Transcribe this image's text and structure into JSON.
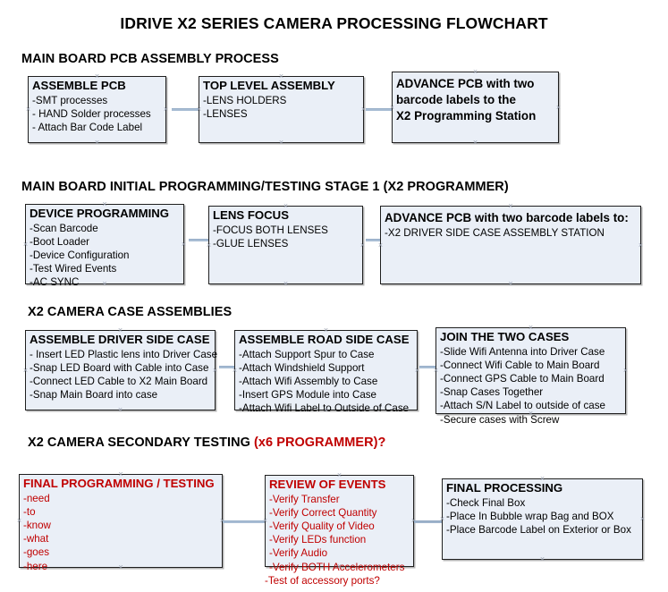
{
  "document": {
    "title": "IDRIVE X2  SERIES CAMERA PROCESSING FLOWCHART"
  },
  "sections": [
    {
      "id": "main-board-pcb-assembly",
      "title": "MAIN BOARD PCB ASSEMBLY PROCESS",
      "title_red": "",
      "nodes": [
        {
          "id": "assemble-pcb",
          "heading": "ASSEMBLE PCB",
          "lines": [
            "-SMT processes",
            "- HAND Solder processes",
            "- Attach Bar Code Label"
          ]
        },
        {
          "id": "top-level-assembly",
          "heading": "TOP LEVEL ASSEMBLY",
          "lines": [
            "-LENS HOLDERS",
            "-LENSES"
          ]
        },
        {
          "id": "advance-pcb-to-x2-programming-station",
          "heading": "ADVANCE PCB with two",
          "lines": [
            "barcode labels to the",
            " X2 Programming Station"
          ]
        }
      ]
    },
    {
      "id": "main-board-initial-programming",
      "title": "MAIN BOARD INITIAL PROGRAMMING/TESTING STAGE 1 (X2 PROGRAMMER)",
      "title_red": "",
      "nodes": [
        {
          "id": "device-programming",
          "heading": "DEVICE PROGRAMMING",
          "lines": [
            "-Scan Barcode",
            "-Boot Loader",
            "-Device Configuration",
            "-Test Wired Events",
            "-AC SYNC"
          ]
        },
        {
          "id": "lens-focus",
          "heading": "LENS FOCUS",
          "lines": [
            "-FOCUS BOTH LENSES",
            "-GLUE LENSES"
          ]
        },
        {
          "id": "advance-pcb-to-driver-side-case-station",
          "heading": "ADVANCE PCB with two barcode labels to:",
          "lines": [
            "-X2 DRIVER  SIDE  CASE  ASSEMBLY STATION"
          ]
        }
      ]
    },
    {
      "id": "x2-camera-case-assemblies",
      "title": "X2 CAMERA CASE ASSEMBLIES",
      "title_red": "",
      "nodes": [
        {
          "id": "assemble-driver-side-case",
          "heading": "ASSEMBLE DRIVER SIDE CASE",
          "lines": [
            "- Insert LED Plastic lens into Driver Case",
            "-Snap LED Board with Cable into Case",
            "-Connect LED Cable to X2 Main Board",
            "-Snap Main Board into case"
          ]
        },
        {
          "id": "assemble-road-side-case",
          "heading": "ASSEMBLE ROAD SIDE CASE",
          "lines": [
            "-Attach Support Spur to Case",
            "-Attach Windshield Support",
            "-Attach Wifi Assembly to Case",
            "-Insert GPS Module into Case",
            "-Attach Wifi Label to Outside of Case"
          ]
        },
        {
          "id": "join-the-two-cases",
          "heading": "JOIN THE TWO CASES",
          "lines": [
            "-Slide Wifi Antenna into Driver Case",
            "-Connect Wifi Cable to Main Board",
            "-Connect GPS Cable to Main Board",
            "-Snap Cases Together",
            "-Attach S/N Label to outside of case",
            "-Secure cases with Screw"
          ]
        }
      ]
    },
    {
      "id": "x2-camera-secondary-testing",
      "title": "X2 CAMERA SECONDARY TESTING ",
      "title_red": "(x6 PROGRAMMER)?",
      "nodes": [
        {
          "id": "final-programming-testing",
          "heading": "FINAL PROGRAMMING / TESTING",
          "lines": [
            "-need",
            "-to",
            "-know",
            "-what",
            "-goes",
            "-here"
          ]
        },
        {
          "id": "review-of-events",
          "heading": "REVIEW OF EVENTS",
          "lines": [
            "-Verify Transfer",
            "-Verify Correct Quantity",
            "-Verify Quality of Video",
            "-Verify LEDs function",
            "-Verify Audio",
            "-Verify BOTH Accelerometers",
            "-Test of accessory ports?"
          ]
        },
        {
          "id": "final-processing",
          "heading": "FINAL PROCESSING",
          "lines": [
            " -Check Final Box",
            "-Place In Bubble wrap Bag and BOX",
            "-Place Barcode Label on Exterior or Box"
          ]
        }
      ]
    }
  ],
  "colors": {
    "node_fill": "#eaeff7",
    "node_border": "#1f1f1f",
    "accent_red": "#c00000",
    "connector": "#a8bdd4",
    "arrowhead": "#3f6fb5",
    "text": "#000000"
  }
}
